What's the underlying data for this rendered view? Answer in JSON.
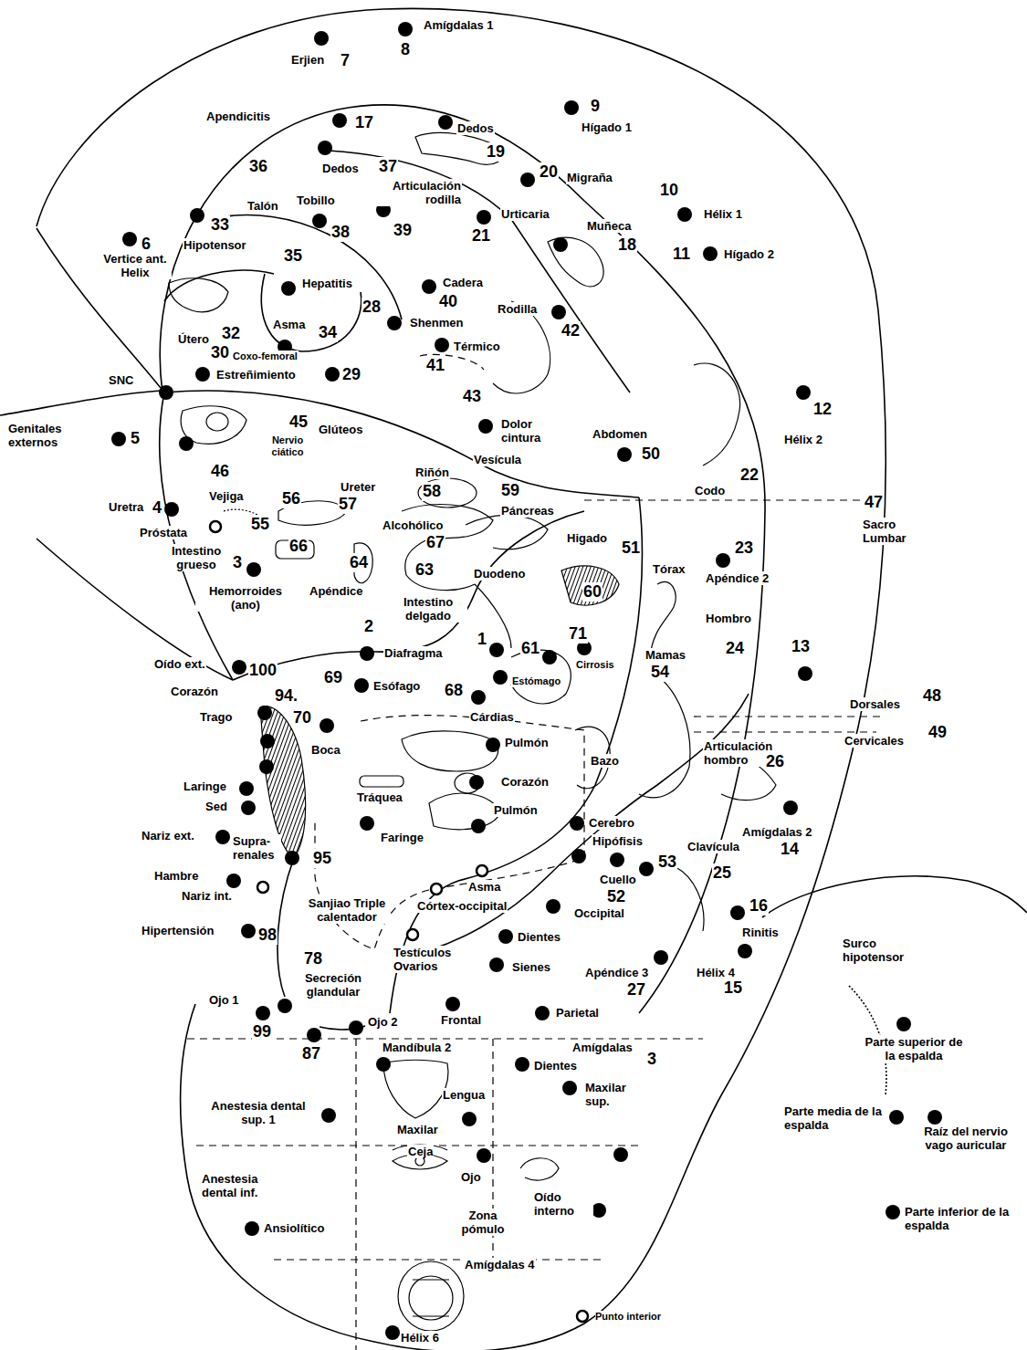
{
  "diagram": {
    "labels": [
      "Amígdalas 1",
      "8",
      "Erjien",
      "7",
      "9",
      "Hígado 1",
      "Apendicitis",
      "17",
      "Dedos",
      "19",
      "36",
      "Dedos",
      "37",
      "Articulación rodilla",
      "20",
      "Migraña",
      "10",
      "Hélix 1",
      "Talón",
      "Tobillo",
      "Urticaria",
      "21",
      "Muñeca",
      "18",
      "11",
      "Hígado 2",
      "33",
      "Hipotensor",
      "38",
      "39",
      "6",
      "Vertice ant. Helix",
      "35",
      "Hepatitis",
      "Cadera",
      "40",
      "Rodilla",
      "42",
      "28",
      "Shenmen",
      "Asma",
      "34",
      "Útero",
      "32",
      "Térmico",
      "30",
      "Coxo-femoral",
      "SNC",
      "Estreñimiento",
      "29",
      "41",
      "12",
      "43",
      "Dolor cintura",
      "Abdomen",
      "Genitales externos",
      "5",
      "45",
      "Glúteos",
      "Nervio ciático",
      "Hélix 2",
      "50",
      "Vesícula",
      "46",
      "Riñón",
      "Ureter",
      "57",
      "58",
      "22",
      "Codo",
      "59",
      "Vejiga",
      "56",
      "Uretra",
      "4",
      "47",
      "Sacro Lumbar",
      "Páncreas",
      "Próstata",
      "Alcohólico",
      "55",
      "67",
      "Intestino grueso",
      "66",
      "Higado",
      "51",
      "23",
      "3",
      "Tórax",
      "Duodeno",
      "Apéndice 2",
      "63",
      "64",
      "Hemorroides (ano)",
      "Apéndice",
      "60",
      "Intestino delgado",
      "Hombro",
      "2",
      "13",
      "Diafragma",
      "1",
      "61",
      "71",
      "Oído ext.",
      "Cirrosis",
      "Mamas",
      "24",
      "54",
      "100",
      "Estómago",
      "Corazón",
      "69",
      "Esófago",
      "68",
      "94.",
      "Dorsales",
      "48",
      "Trago",
      "70",
      "Cárdias",
      "Articulación hombro",
      "Cervicales",
      "49",
      "Boca",
      "Pulmón",
      "Bazo",
      "26",
      "Corazón",
      "Laringe",
      "Sed",
      "Tráquea",
      "Cerebro",
      "Pulmón",
      "Amígdalas 2",
      "14",
      "Nariz ext.",
      "Supra-renales",
      "Faringe",
      "Hipófisis",
      "Clavícula",
      "95",
      "Cuello",
      "53",
      "25",
      "Hambre",
      "Asma",
      "Nariz int.",
      "52",
      "Sanjiao Triple calentador",
      "Córtex-occipital",
      "Occipital",
      "16",
      "Rinitis",
      "Surco hipotensor",
      "Hipertensión",
      "98",
      "Dientes",
      "Testículos Ovarios",
      "78",
      "Sienes",
      "Apéndice 3",
      "Hélix 4",
      "Secreción glandular",
      "27",
      "15",
      "Ojo 1",
      "Frontal",
      "Parietal",
      "Ojo 2",
      "99",
      "87",
      "Parte superior de la espalda",
      "Amígdalas",
      "3",
      "Mandíbula 2",
      "Dientes",
      "Maxilar sup.",
      "Lengua",
      "Anestesia dental sup. 1",
      "Maxilar",
      "Parte media de la espalda",
      "Raíz del nervio vago auricular",
      "Ceja",
      "Ojo",
      "Anestesia dental inf.",
      "Oído interno",
      "Parte inferior de la espalda",
      "Zona pómulo",
      "Ansiolítico",
      "Amígdalas 4",
      "Hélix 6"
    ],
    "legend": [
      {
        "text": "Punto interior"
      }
    ]
  }
}
